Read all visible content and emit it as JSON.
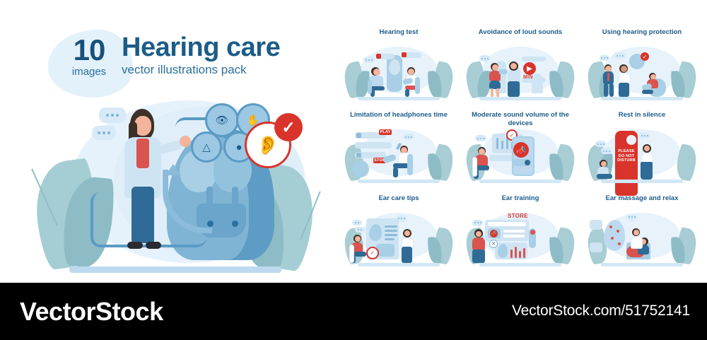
{
  "hero": {
    "count": "10",
    "count_label": "images",
    "title": "Hearing care",
    "subtitle": "vector illustrations pack",
    "colors": {
      "title": "#1c5c89",
      "count": "#17517c",
      "accent_red": "#d9342b",
      "blue_mid": "#5a9bc4",
      "blue_light": "#cfe4f3",
      "blob": "#e3f1fa",
      "leaf": "#a5cdd4"
    },
    "illustration": {
      "name": "doctor-with-hearing-diagram",
      "icon_circles": [
        "eye-icon",
        "nose-icon",
        "hand-touch-icon",
        "mouth-tongue-icon"
      ],
      "badges": [
        "ear-icon",
        "check-icon"
      ]
    }
  },
  "grid": {
    "cells": [
      {
        "title": "Hearing test",
        "name": "hearing-test",
        "labels": []
      },
      {
        "title": "Avoidance of loud sounds",
        "name": "avoidance-of-loud-sounds",
        "labels": [
          "MIN"
        ]
      },
      {
        "title": "Using hearing protection",
        "name": "using-hearing-protection",
        "labels": []
      },
      {
        "title": "Limitation of headphones time",
        "name": "limitation-of-headphones-time",
        "labels": [
          "PLAY",
          "STOP"
        ]
      },
      {
        "title": "Moderate sound volume of the devices",
        "name": "moderate-sound-volume-of-the-devices",
        "labels": []
      },
      {
        "title": "Rest in silence",
        "name": "rest-in-silence",
        "labels": [
          "PLEASE DO NOT DISTURB"
        ]
      },
      {
        "title": "Ear care tips",
        "name": "ear-care-tips",
        "labels": []
      },
      {
        "title": "Ear training",
        "name": "ear-training",
        "labels": [
          "STORE"
        ]
      },
      {
        "title": "Ear massage and relax",
        "name": "ear-massage-and-relax",
        "labels": []
      }
    ]
  },
  "footer": {
    "brand": "VectorStock",
    "url": "VectorStock.com/51752141",
    "background": "#000000",
    "text_color": "#ffffff"
  }
}
